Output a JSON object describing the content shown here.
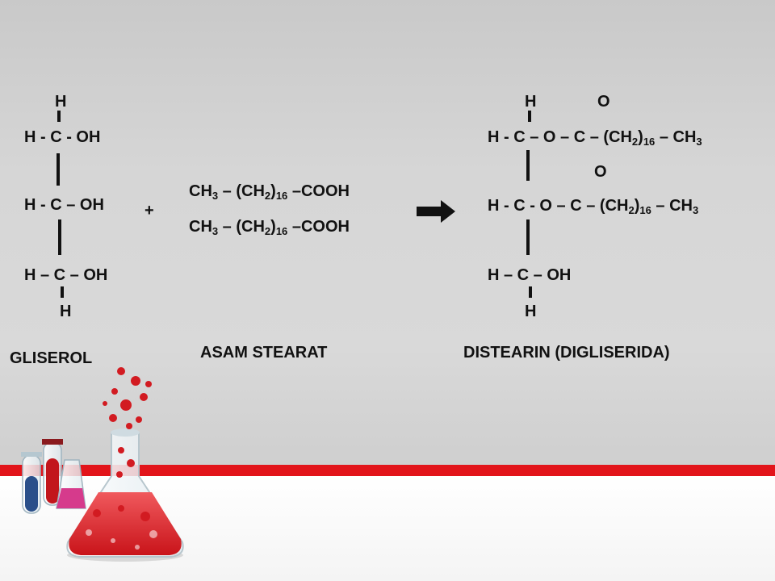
{
  "gliserol": {
    "h_top": "H",
    "row1": "H - C - OH",
    "row2": "H - C – OH",
    "row3": "H – C – OH",
    "h_bottom": "H",
    "label": "GLISEROL"
  },
  "plus": "+",
  "asam_stearat": {
    "line1": {
      "a": "CH",
      "a_sub": "3",
      "b": " – (CH",
      "b_sub1": "2",
      "c": ")",
      "c_sub": "16",
      "d": " –COOH"
    },
    "line2": {
      "a": "CH",
      "a_sub": "3",
      "b": " – (CH",
      "b_sub1": "2",
      "c": ")",
      "c_sub": "16",
      "d": " –COOH"
    },
    "label": "ASAM STEARAT"
  },
  "distearin": {
    "h_top": "H",
    "o_top": "O",
    "row1": {
      "a": "H - C – O – C – (CH",
      "sub1": "2",
      "b": ")",
      "sub2": "16",
      "c": " – CH",
      "sub3": "3"
    },
    "o_mid": "O",
    "row2": {
      "a": "H - C -  O – C – (CH",
      "sub1": "2",
      "b": ")",
      "sub2": "16",
      "c": " – CH",
      "sub3": "3"
    },
    "row3": "H – C – OH",
    "h_bottom": "H",
    "label": "DISTEARIN (DIGLISERIDA)"
  },
  "colors": {
    "stripe": "#e2141a",
    "liquid": "#e0262b",
    "text": "#111111"
  },
  "icons": [
    "reaction-arrow-icon",
    "flask-icon",
    "test-tube-icon"
  ]
}
